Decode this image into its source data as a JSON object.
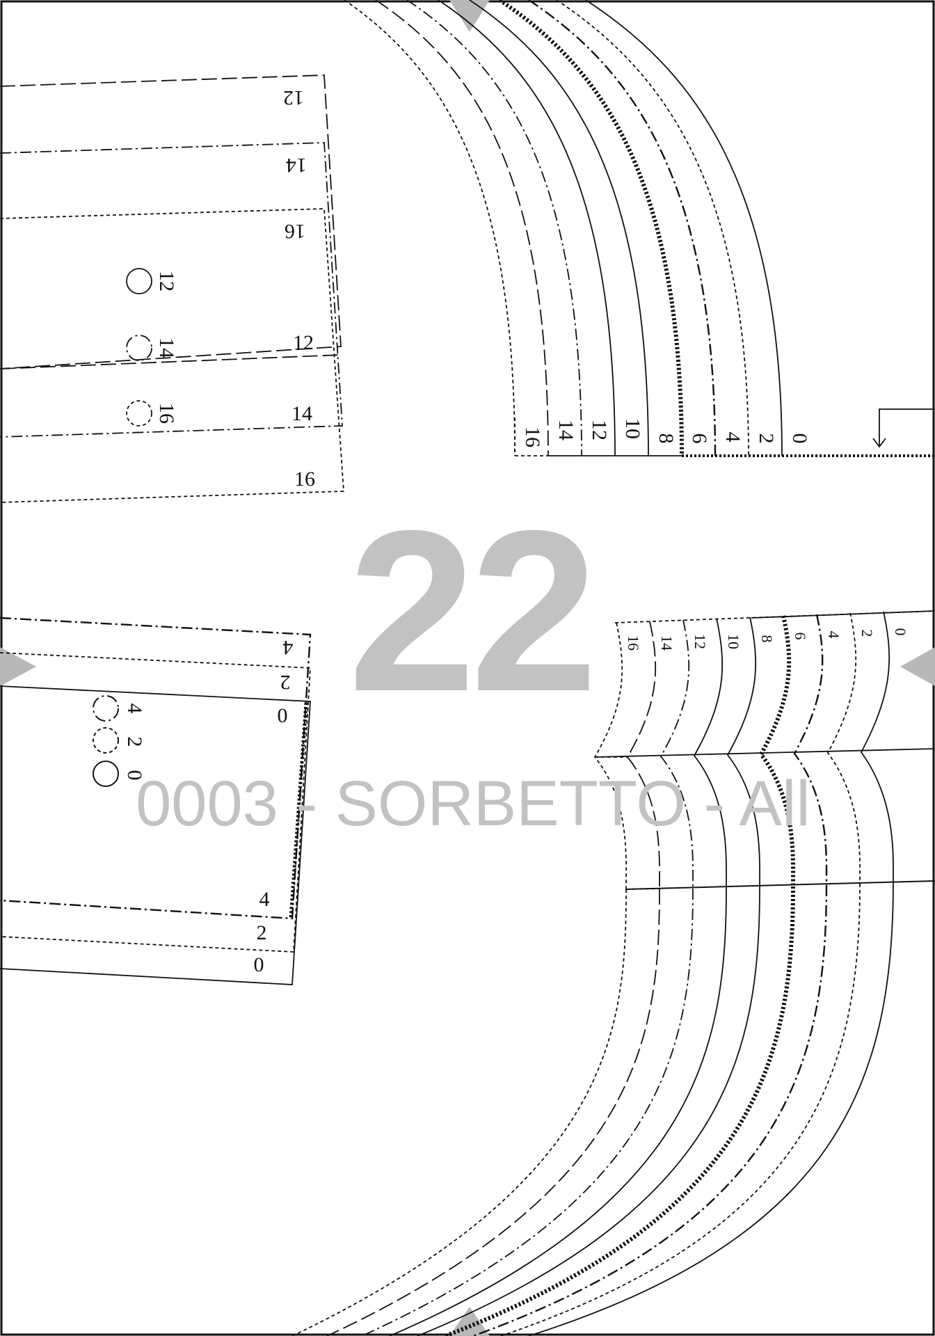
{
  "sheet": {
    "page_number": "22",
    "pattern_title": "0003 - SORBETTO - All"
  },
  "top_left_piece": {
    "upside_labels": [
      "12",
      "14",
      "16"
    ],
    "side_labels": [
      "12",
      "14",
      "16"
    ],
    "marker_labels": [
      "12",
      "14",
      "16"
    ]
  },
  "top_right_piece": {
    "size_labels": [
      "16",
      "14",
      "12",
      "10",
      "8",
      "6",
      "4",
      "2",
      "0"
    ]
  },
  "left_piece": {
    "upside_labels": [
      "4",
      "2"
    ],
    "side_labels": [
      "0",
      "4",
      "2",
      "0"
    ],
    "marker_labels": [
      "4",
      "2",
      "0"
    ]
  },
  "right_piece": {
    "size_labels": [
      "16",
      "14",
      "12",
      "10",
      "8",
      "6",
      "4",
      "2",
      "0"
    ]
  },
  "colors": {
    "line": "#111111",
    "watermark": "#c2c2c2",
    "marker": "#b8b8b8"
  }
}
